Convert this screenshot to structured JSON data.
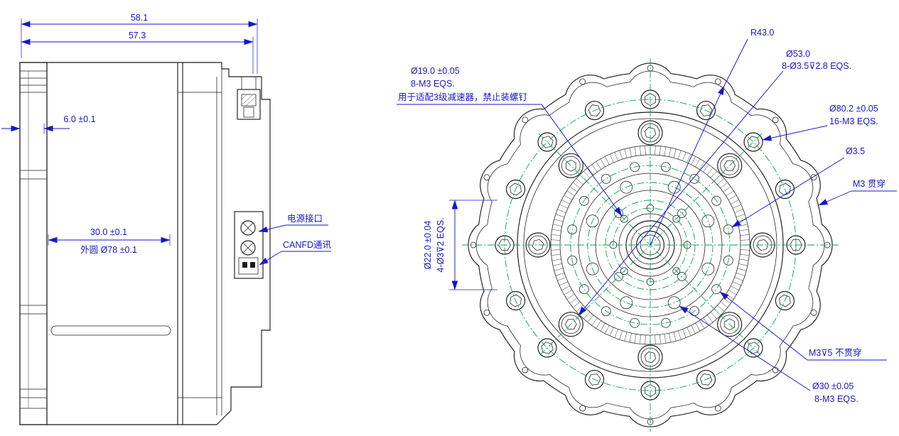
{
  "drawing": {
    "side_view": {
      "dim_width_outer": "58.1",
      "dim_width_inner": "57.3",
      "dim_rib": "6.0 ±0.1",
      "dim_body": "30.0 ±0.1",
      "dim_outer_circle": "外圆 Ø78 ±0.1",
      "label_power": "电源接口",
      "label_canfd": "CANFD通讯"
    },
    "front_view": {
      "radius_outer": "R43.0",
      "bc53_dia": "Ø53.0",
      "bc53_holes": "8-Ø3.5⊽2.8 EQS.",
      "bc19_dia": "Ø19.0 ±0.05",
      "bc19_holes": "8-M3 EQS.",
      "bc19_note": "用于适配3级减速器，禁止装螺钉",
      "bc80_dia": "Ø80.2 ±0.05",
      "bc80_holes": "16-M3 EQS.",
      "hole_d35": "Ø3.5",
      "note_m3_through": "M3 贯穿",
      "bc22_dia": "Ø22.0 ±0.04",
      "bc22_holes": "4-Ø3⊽2 EQS.",
      "note_m3_blind": "M3⊽5 不贯穿",
      "bc30_dia": "Ø30 ±0.05",
      "bc30_holes": "8-M3 EQS."
    }
  },
  "colors": {
    "dimension_blue": "#1717cd",
    "centerline_green": "#00a54f",
    "line_black": "#1c1c1c"
  }
}
